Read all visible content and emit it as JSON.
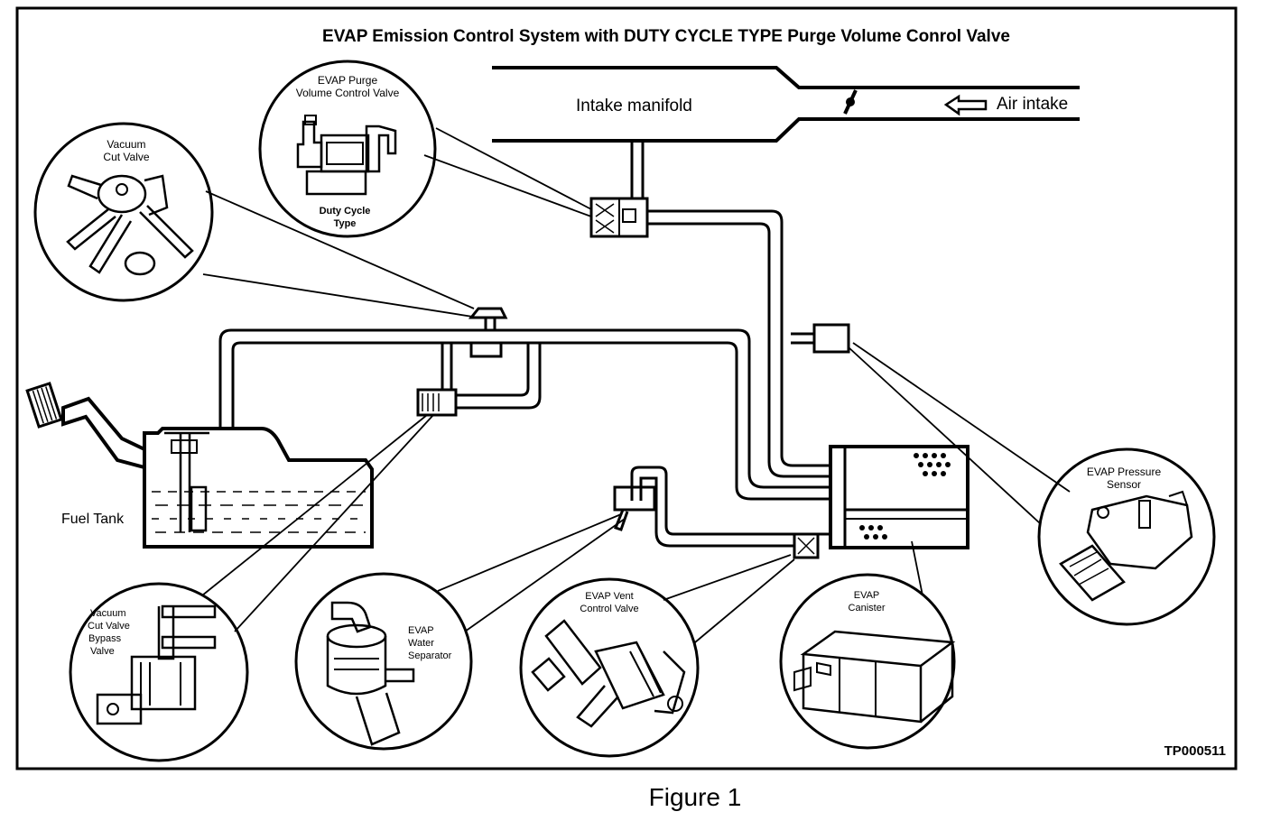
{
  "title": "EVAP Emission Control System with DUTY CYCLE TYPE Purge Volume Conrol Valve",
  "caption": "Figure 1",
  "drawing_id": "TP000511",
  "labels": {
    "intake_manifold": "Intake manifold",
    "air_intake": "Air intake",
    "fuel_tank": "Fuel Tank",
    "purge_valve": [
      "EVAP Purge",
      "Volume Control Valve"
    ],
    "purge_type": [
      "Duty Cycle",
      "Type"
    ],
    "vacuum_cut_valve": [
      "Vacuum",
      "Cut Valve"
    ],
    "bypass_valve": [
      "Vacuum",
      "Cut Valve",
      "Bypass",
      "Valve"
    ],
    "water_separator": [
      "EVAP",
      "Water",
      "Separator"
    ],
    "vent_valve": [
      "EVAP Vent",
      "Control Valve"
    ],
    "canister": [
      "EVAP",
      "Canister"
    ],
    "pressure_sensor": [
      "EVAP Pressure",
      "Sensor"
    ]
  },
  "colors": {
    "ink": "#000000",
    "paper": "#ffffff"
  }
}
